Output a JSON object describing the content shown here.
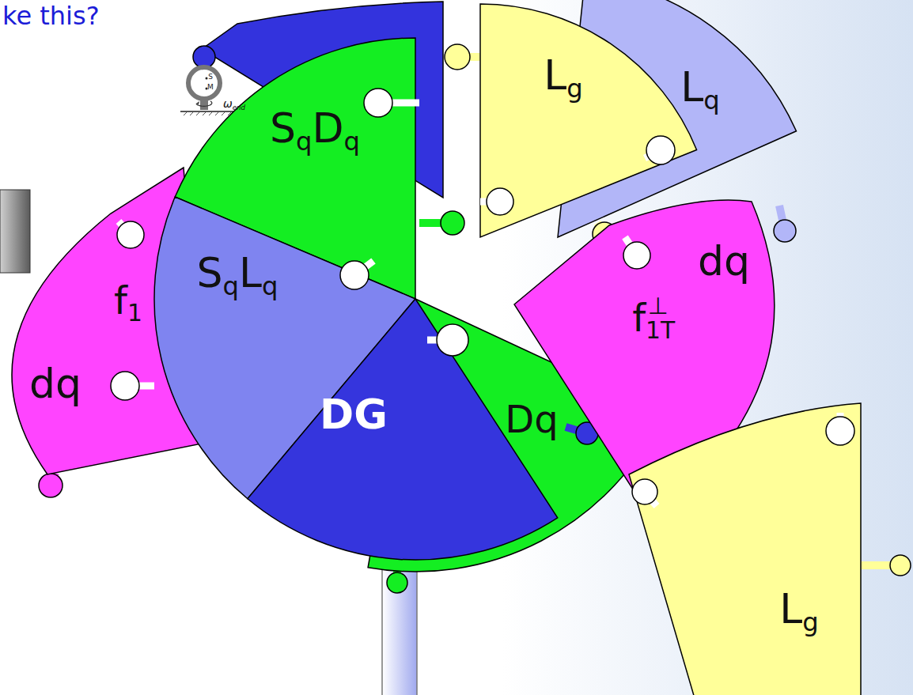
{
  "diagram": {
    "title": "ke this?",
    "nodes": [
      {
        "text": [
          "SqDq"
        ]
      },
      {
        "text": [
          "Lg"
        ]
      },
      {
        "text": [
          "Lq"
        ]
      },
      {
        "text": [
          "f1",
          "dq"
        ]
      },
      {
        "text": [
          "SqLq"
        ]
      },
      {
        "text": [
          "DG"
        ]
      },
      {
        "text": [
          "Dq"
        ]
      },
      {
        "text": [
          "dq",
          "f1T⊥"
        ]
      },
      {
        "text": [
          "Lg"
        ]
      }
    ],
    "labels": [
      "S",
      "M",
      "ωend"
    ]
  }
}
